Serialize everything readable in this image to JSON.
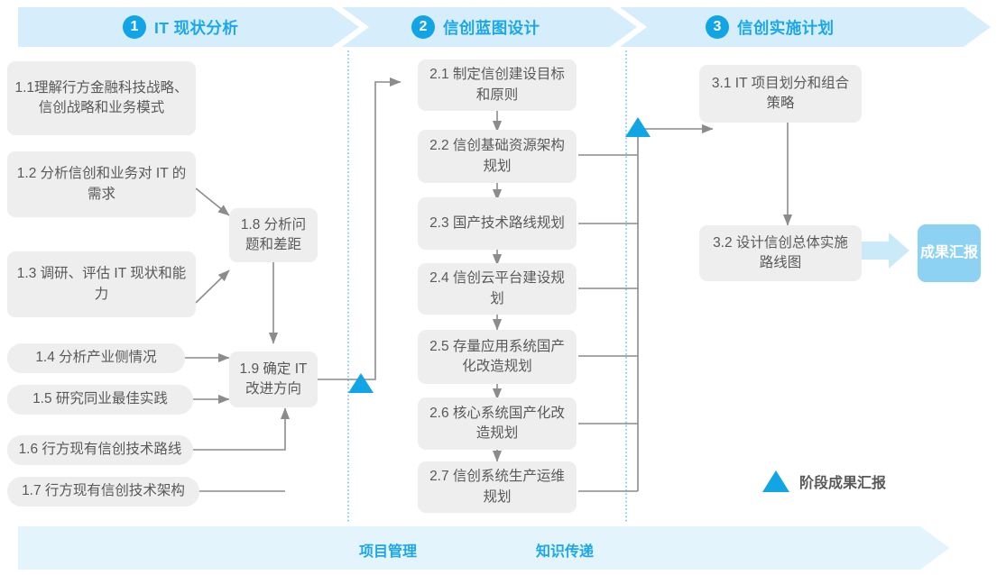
{
  "header": {
    "stages": [
      {
        "num": "1",
        "title": "IT 现状分析"
      },
      {
        "num": "2",
        "title": "信创蓝图设计"
      },
      {
        "num": "3",
        "title": "信创实施计划"
      }
    ]
  },
  "stage1": {
    "nodes": [
      {
        "id": "1.1",
        "text": "1.1理解行方金融科技战略、信创战略和业务模式"
      },
      {
        "id": "1.2",
        "text": "1.2 分析信创和业务对 IT 的需求"
      },
      {
        "id": "1.3",
        "text": "1.3 调研、评估 IT 现状和能力"
      },
      {
        "id": "1.4",
        "text": "1.4 分析产业侧情况"
      },
      {
        "id": "1.5",
        "text": "1.5 研究同业最佳实践"
      },
      {
        "id": "1.6",
        "text": "1.6 行方现有信创技术路线"
      },
      {
        "id": "1.7",
        "text": "1.7 行方现有信创技术架构"
      },
      {
        "id": "1.8",
        "text": "1.8 分析问题和差距"
      },
      {
        "id": "1.9",
        "text": "1.9 确定 IT 改进方向"
      }
    ]
  },
  "stage2": {
    "nodes": [
      {
        "id": "2.1",
        "text": "2.1 制定信创建设目标和原则"
      },
      {
        "id": "2.2",
        "text": "2.2 信创基础资源架构规划"
      },
      {
        "id": "2.3",
        "text": "2.3 国产技术路线规划"
      },
      {
        "id": "2.4",
        "text": "2.4 信创云平台建设规划"
      },
      {
        "id": "2.5",
        "text": "2.5 存量应用系统国产化改造规划"
      },
      {
        "id": "2.6",
        "text": "2.6 核心系统国产化改造规划"
      },
      {
        "id": "2.7",
        "text": "2.7 信创系统生产运维规划"
      }
    ]
  },
  "stage3": {
    "nodes": [
      {
        "id": "3.1",
        "text": "3.1 IT 项目划分和组合策略"
      },
      {
        "id": "3.2",
        "text": "3.2 设计信创总体实施路线图"
      }
    ],
    "result_badge": "成果汇报"
  },
  "legend": {
    "label": "阶段成果汇报"
  },
  "footer": {
    "items": [
      "项目管理",
      "知识传递"
    ]
  },
  "colors": {
    "accent": "#12a5e5",
    "band": "#d6eefb",
    "footer_band": "#e3f4fc",
    "node_fill": "#eeeeee",
    "node_text": "#595959",
    "connector": "#8c8c8c",
    "badge": "#8dd2f2"
  }
}
